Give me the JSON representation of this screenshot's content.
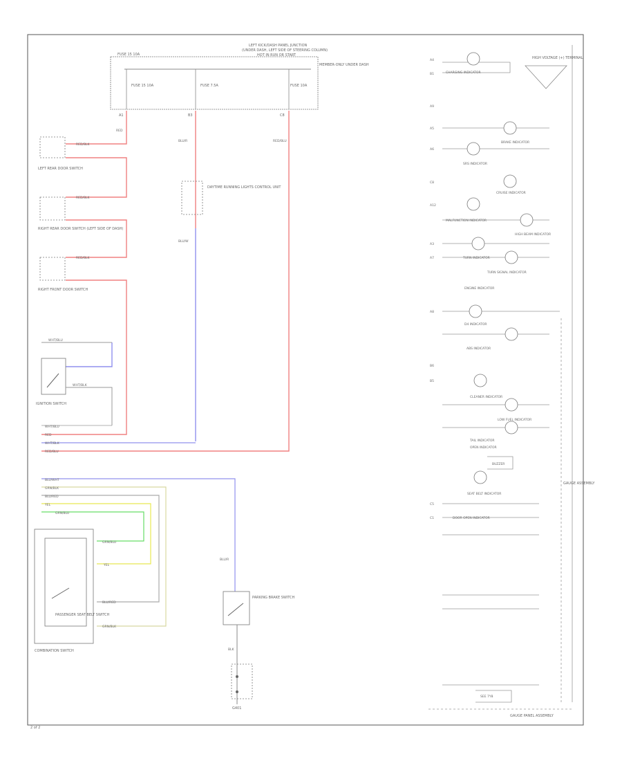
{
  "meter_box": {
    "title_line1": "LEFT KICK/DASH PANEL JUNCTION",
    "title_line2": "(UNDER DASH, LEFT SIDE OF STEERING COLUMN)",
    "title_line3": "HOT IN RUN OR START",
    "fuse_left": "FUSE 15 10A",
    "fuse_mid": "FUSE 7.5A",
    "fuse_right": "FUSE 10A",
    "note": "MEMBER-ONLY UNDER DASH",
    "pin_a": "A1",
    "pin_b": "B3",
    "pin_c": "C8"
  },
  "left_switches": [
    {
      "label": "LEFT REAR DOOR SWITCH",
      "wire": "RED/BLK"
    },
    {
      "label": "RIGHT REAR DOOR SWITCH (LEFT SIDE OF DASH)",
      "wire": "RED/BLK"
    },
    {
      "label": "RIGHT FRONT DOOR SWITCH",
      "wire": "RED/BLK"
    }
  ],
  "ignition_switch": {
    "label": "IGNITION SWITCH",
    "wire1": "WHT/BLU",
    "wire2": "WHT/BLK"
  },
  "bottom_bus": [
    "WHT/BLU",
    "RED",
    "WHT/BLK",
    "RED/BLU"
  ],
  "center_component": {
    "label": "DAYTIME RUNNING LIGHTS CONTROL UNIT",
    "wire_top": "BLU/R",
    "wire_bottom": "BLU/W"
  },
  "right_wire": "RED/BLU",
  "lower_bus": [
    "BLU/WHT",
    "GRN/BLK",
    "BLU/RED",
    "YEL",
    "GRN/BLU"
  ],
  "lower_switch": {
    "label": "PASSENGER SEAT BELT SWITCH",
    "title": "COMBINATION SWITCH",
    "wires": [
      "GRN/BLU",
      "YEL",
      "BLU/RED",
      "GRN/BLK"
    ]
  },
  "parking_switch": {
    "label": "PARKING BRAKE SWITCH",
    "wire": "BLU/R",
    "wire2": "BLK",
    "ground": "G401"
  },
  "gauge_panel": {
    "side_label": "GAUGE ASSEMBLY",
    "warning": "HIGH VOLTAGE (+) TERMINAL",
    "bottom_label": "GAUGE PANEL ASSEMBLY",
    "indicators": [
      "CHARGING INDICATOR",
      "BRAKE INDICATOR",
      "SRS INDICATOR",
      "CRUISE INDICATOR",
      "MALFUNCTION INDICATOR",
      "HIGH BEAM INDICATOR",
      "TURN INDICATOR",
      "TURN SIGNAL INDICATOR",
      "ENGINE INDICATOR",
      "D4 INDICATOR",
      "ABS INDICATOR",
      "CLEANER INDICATOR",
      "LOW FUEL INDICATOR",
      "TAIL INDICATOR",
      "OPEN INDICATOR",
      "BUZZER",
      "SEAT BELT INDICATOR",
      "DOOR OPEN INDICATOR",
      "SEE 7Y8"
    ],
    "pins": [
      "A4",
      "B1",
      "A9",
      "A5",
      "A6",
      "C8",
      "A12",
      "A3",
      "A7",
      "A8",
      "B6",
      "B5",
      "C5",
      "C1"
    ]
  },
  "page_number": "2 of 2"
}
